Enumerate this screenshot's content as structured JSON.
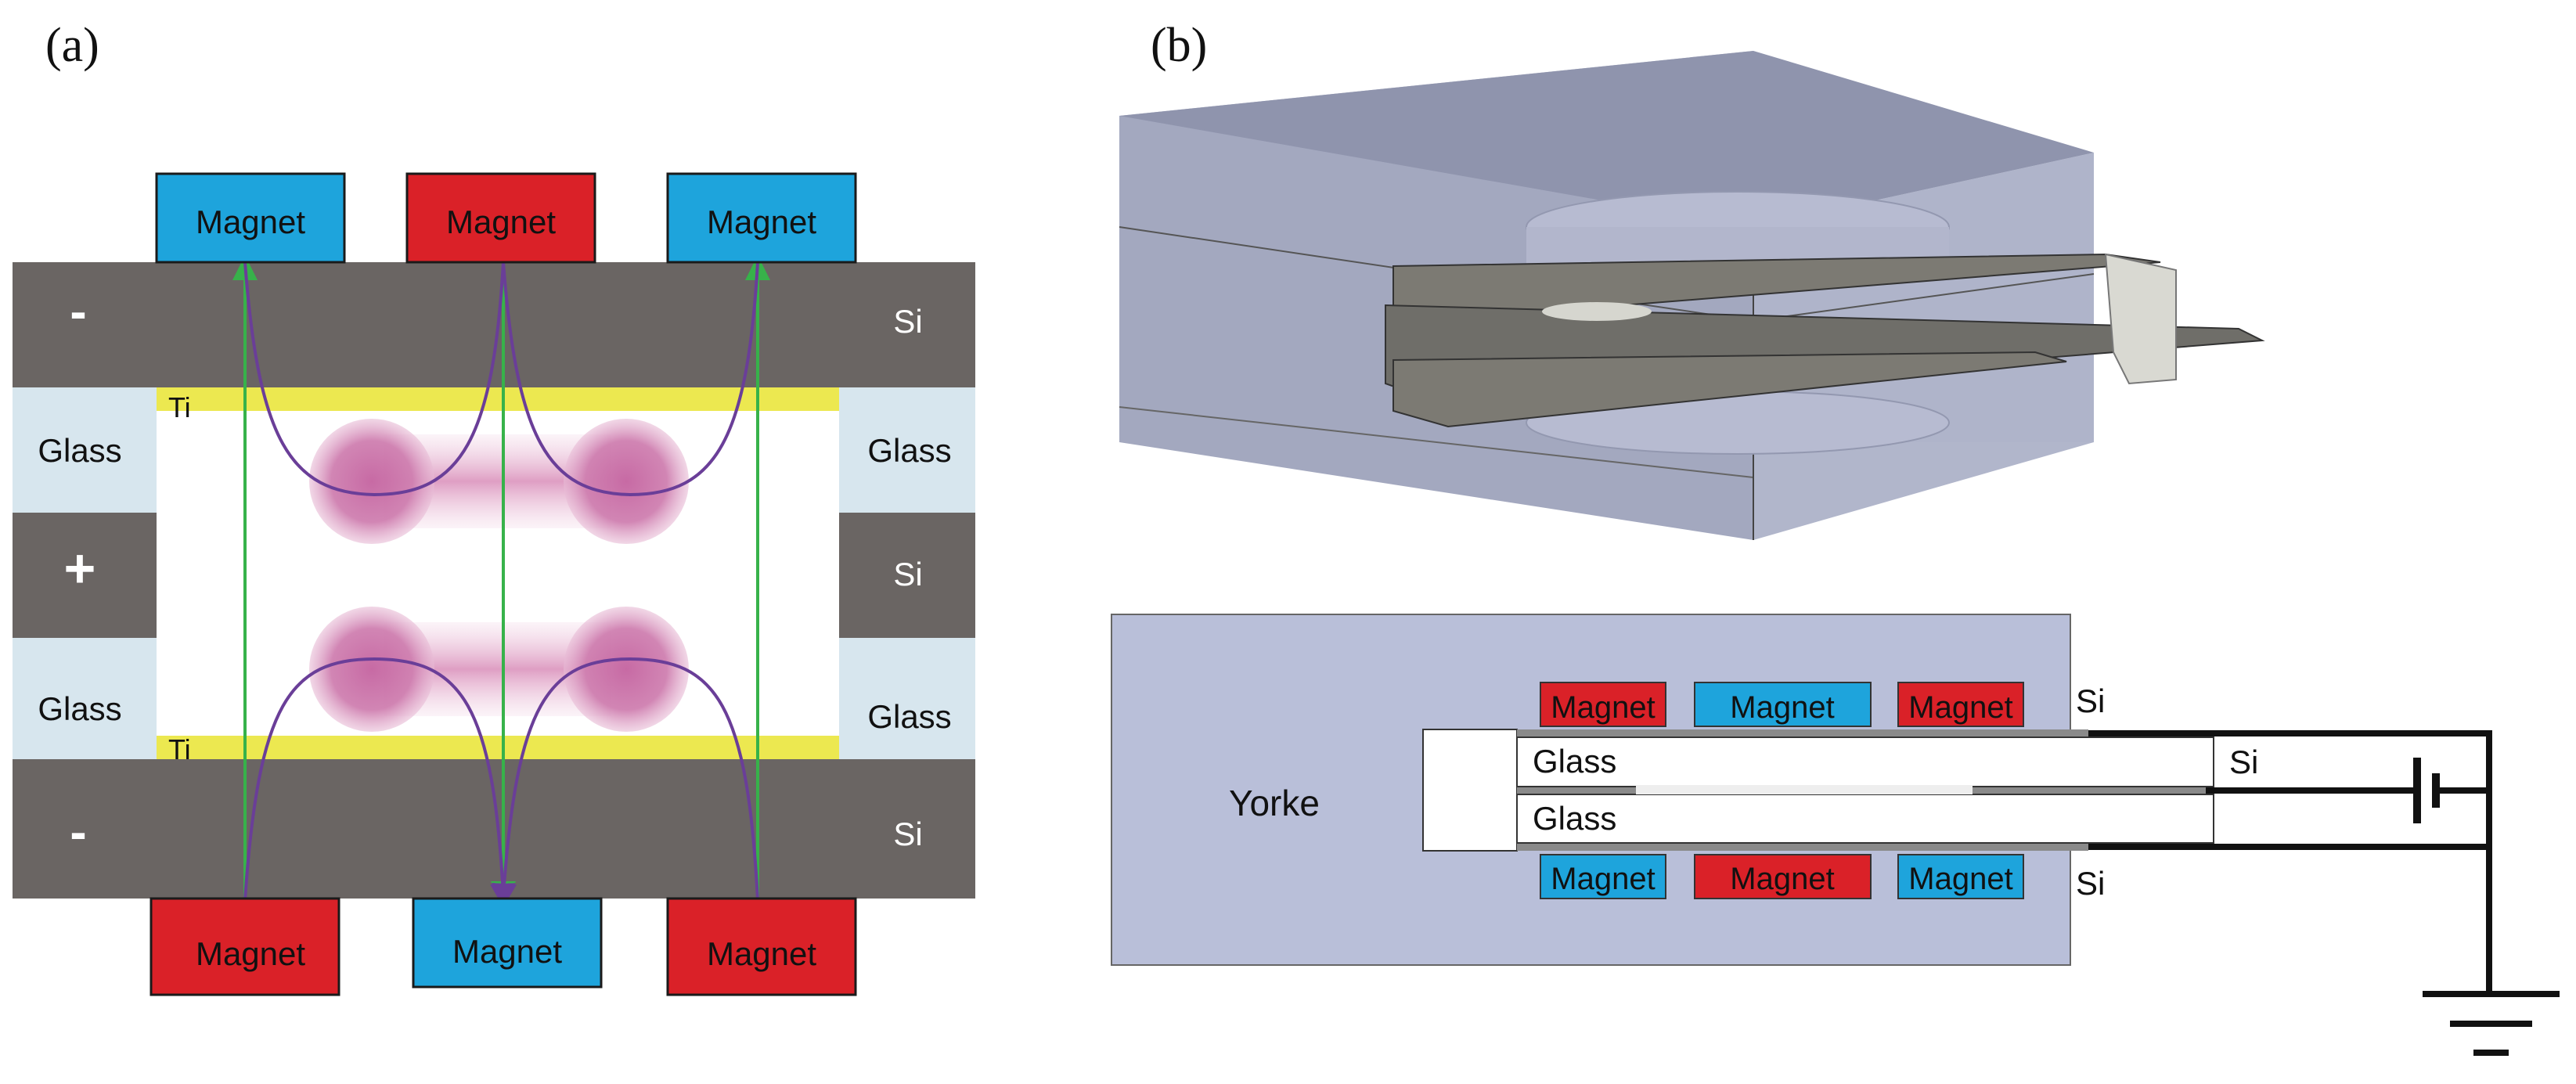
{
  "panel_a": {
    "label": "(a)",
    "magnet_label": "Magnet",
    "si_label": "Si",
    "glass_label": "Glass",
    "ti_label": "Ti",
    "minus_label": "-",
    "plus_label": "+",
    "colors": {
      "magnet_blue": "#1ea4dc",
      "magnet_red": "#da2128",
      "si_gray": "#6a6563",
      "glass": "#d7e6ee",
      "ti_yellow": "#ece850",
      "field_green": "#37b24a",
      "field_purple": "#6a3e98",
      "plasma": "#c66aa3"
    }
  },
  "panel_b": {
    "label": "(b)",
    "magnet_label": "Magnet",
    "glass_label": "Glass",
    "si_label": "Si",
    "yoke_label": "Yorke",
    "colors": {
      "yoke": "#b9bfd9",
      "box": "#a8adc6",
      "plate": "#6f6e69"
    }
  }
}
